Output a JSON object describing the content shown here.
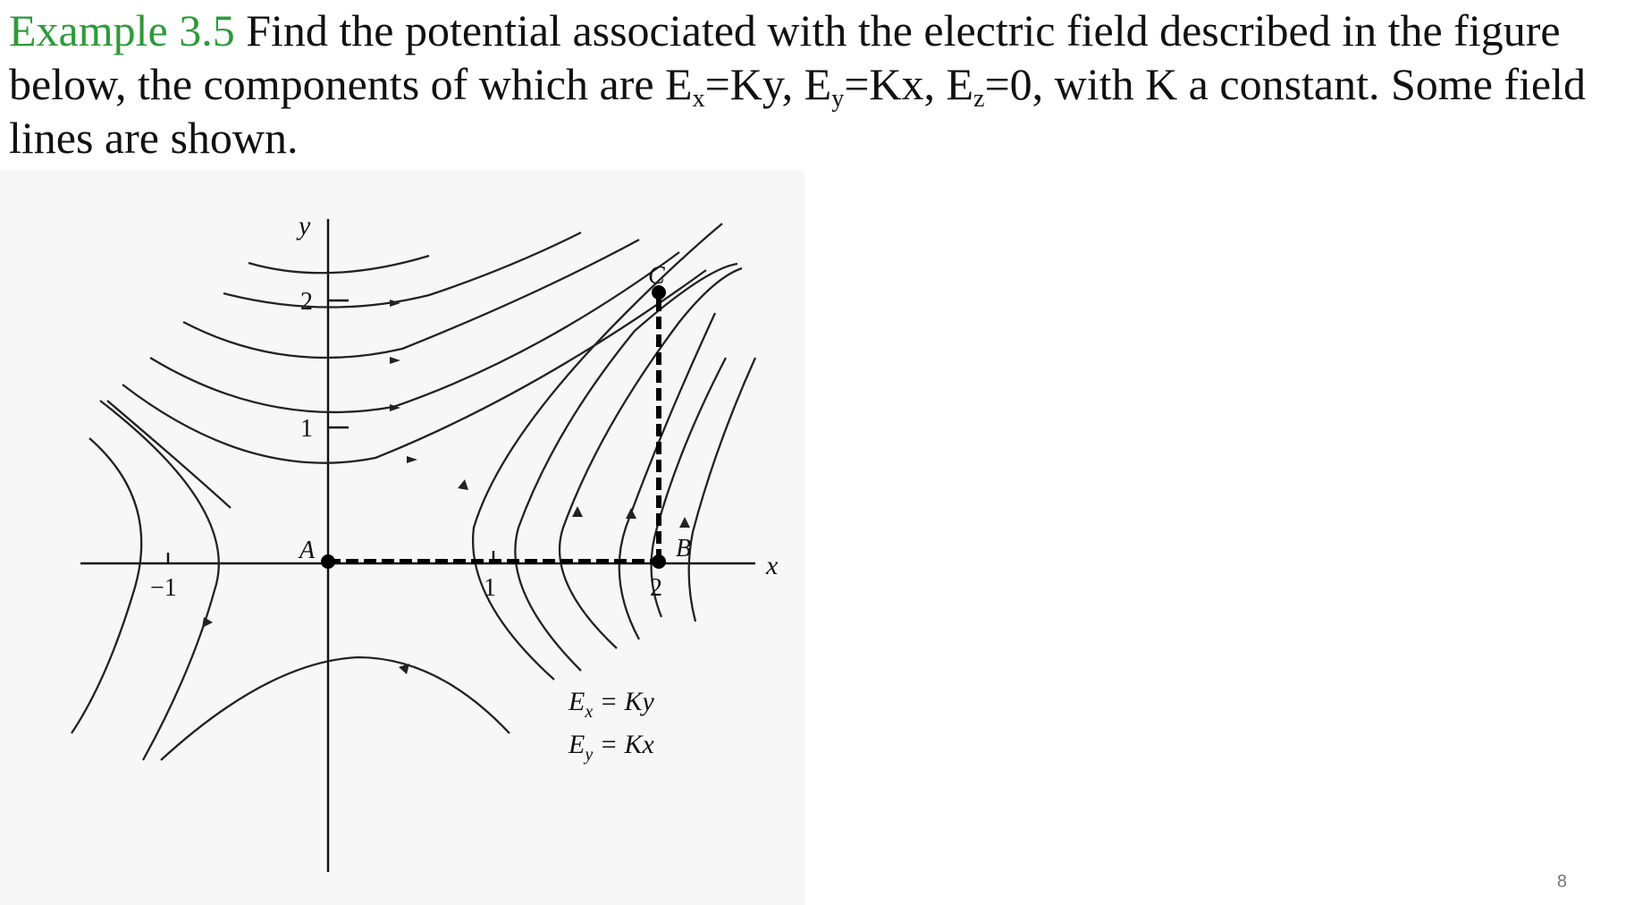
{
  "slide": {
    "example_label": "Example 3.5",
    "text_part1": " Find the potential associated with the electric field described in the figure below, the components of which are E",
    "sub_x": "x",
    "text_part2": "=Ky, E",
    "sub_y": "y",
    "text_part3": "=Kx, E",
    "sub_z": "z",
    "text_part4": "=0, with K a constant. Some field lines are shown.",
    "page_number": "8"
  },
  "figure": {
    "x_axis_label": "x",
    "y_axis_label": "y",
    "x_ticks": [
      "−1",
      "1",
      "2"
    ],
    "y_ticks": [
      "1",
      "2"
    ],
    "points": [
      {
        "label": "A",
        "x": 0,
        "y": 0
      },
      {
        "label": "B",
        "x": 2,
        "y": 0
      },
      {
        "label": "C",
        "x": 2,
        "y": 2
      }
    ],
    "eq1_lhs": "E",
    "eq1_sub": "x",
    "eq1_rhs": " = Ky",
    "eq2_lhs": "E",
    "eq2_sub": "y",
    "eq2_rhs": " = Kx"
  }
}
